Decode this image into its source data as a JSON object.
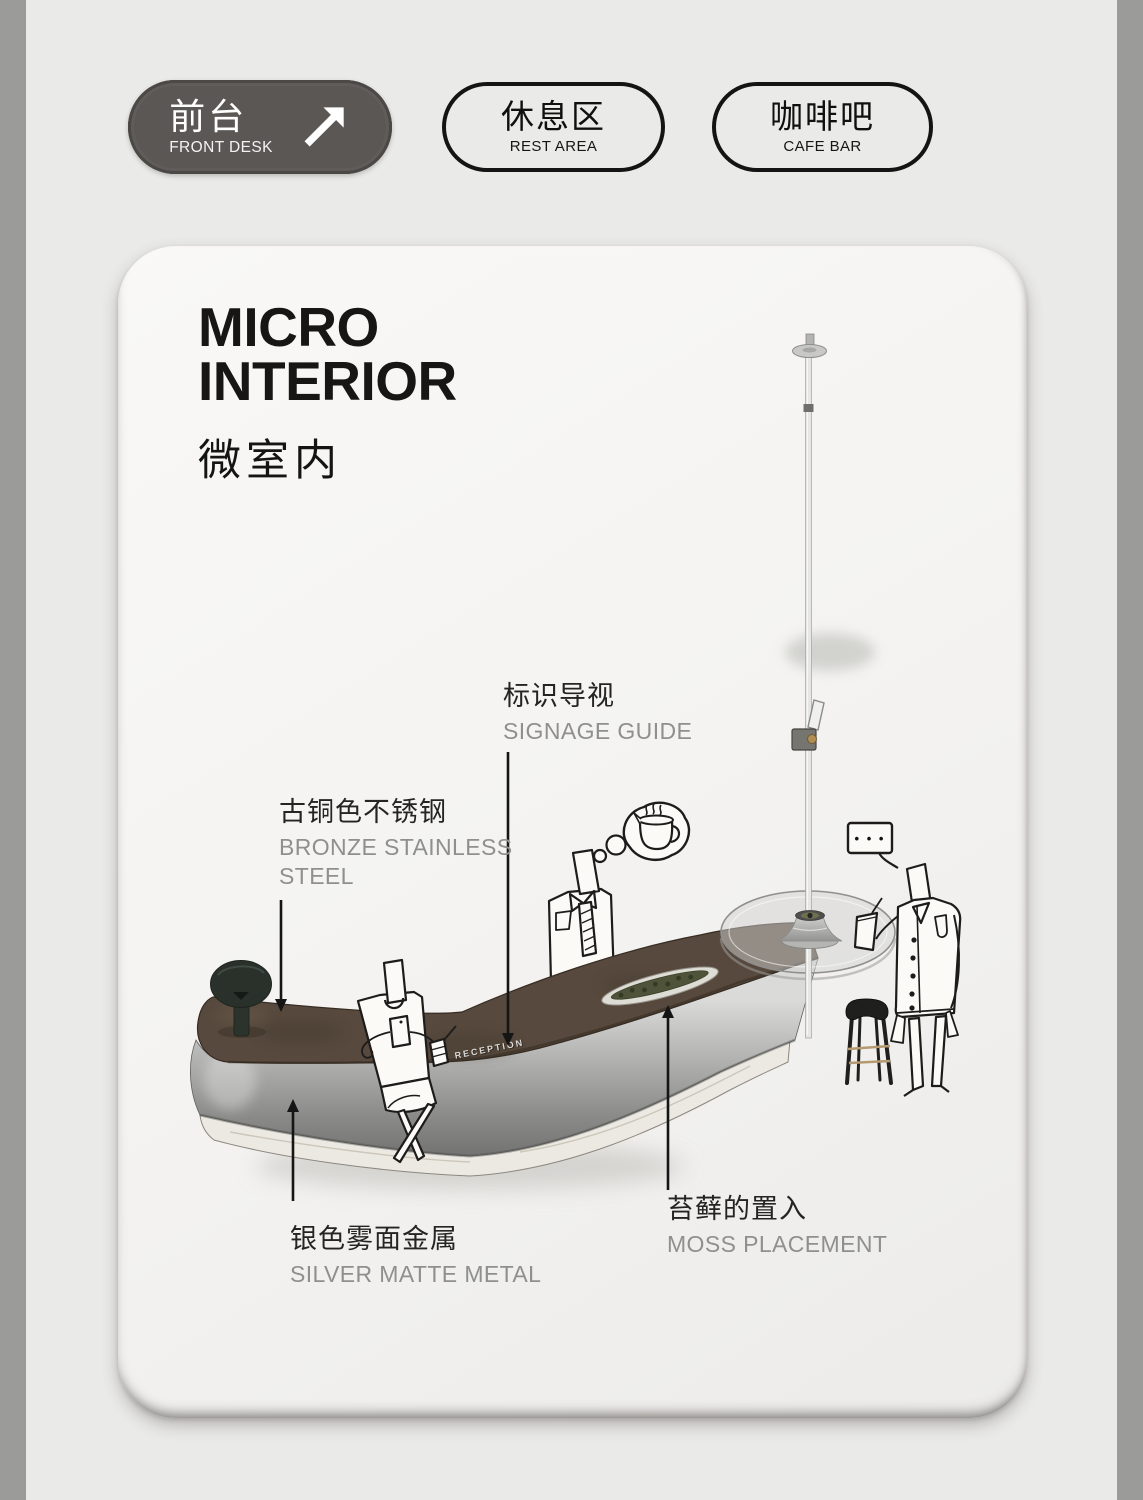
{
  "page": {
    "background": "#eaeae8",
    "side_strip_color": "#9b9b99"
  },
  "nav": {
    "tabs": [
      {
        "label_zh": "前台",
        "label_en": "FRONT DESK",
        "icon": "arrow-up-right-icon",
        "state": "active",
        "fill": "#5b5755",
        "text_color": "#ffffff"
      },
      {
        "label_zh": "休息区",
        "label_en": "REST AREA",
        "state": "default"
      },
      {
        "label_zh": "咖啡吧",
        "label_en": "CAFE BAR",
        "state": "default"
      }
    ]
  },
  "card": {
    "title_line1": "MICRO",
    "title_line2": "INTERIOR",
    "title_zh": "微室内",
    "background": "#f5f4f2"
  },
  "annotations": {
    "signage": {
      "zh": "标识导视",
      "en": "SIGNAGE GUIDE"
    },
    "bronze": {
      "zh": "古铜色不锈钢",
      "en_line1": "BRONZE STAINLESS",
      "en_line2": "STEEL"
    },
    "silver": {
      "zh": "银色雾面金属",
      "en": "SILVER MATTE METAL"
    },
    "moss": {
      "zh": "苔藓的置入",
      "en": "MOSS PLACEMENT"
    }
  },
  "illustration": {
    "counter_sign": "RECEPTION",
    "speech_bubble_dots": "• • •",
    "colors": {
      "counter_top_bronze": "#57493d",
      "counter_front_silver": "#9c9c9b",
      "stone_base": "#ebe8e1",
      "moss_green": "#4e5339",
      "lamp_black": "#2a312b",
      "stool_black": "#1f1f1d",
      "annotation_line": "#151515"
    }
  }
}
